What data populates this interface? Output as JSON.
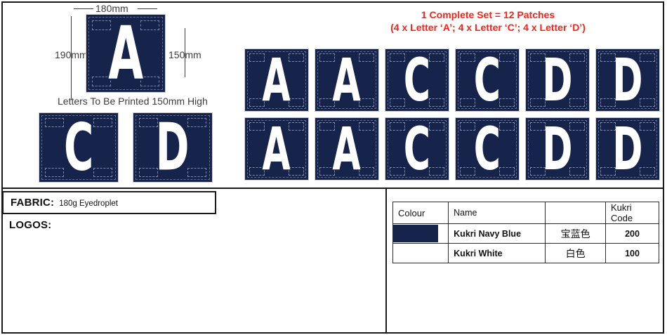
{
  "notes": {
    "red_line1": "1 Complete Set = 12 Patches",
    "red_line2": "(4 x Letter ‘A’;   4 x Letter ‘C’;   4 x Letter ‘D’)",
    "red_color": "#ff1f14",
    "printed_note": "Letters To Be Printed 150mm High"
  },
  "dimensions": {
    "width": "180mm",
    "height": "190mm",
    "letter_height": "150mm"
  },
  "fabric": {
    "label": "FABRIC:",
    "value": "180g Eyedroplet"
  },
  "logos": {
    "label": "LOGOS:"
  },
  "patch_colors": {
    "navy": "#16234b",
    "letter": "#ffffff"
  },
  "demo_patches": [
    {
      "letter": "A"
    },
    {
      "letter": "C"
    },
    {
      "letter": "D"
    }
  ],
  "patch_grid": {
    "rows": [
      {
        "cells": [
          {
            "letter": "A"
          },
          {
            "letter": "A"
          },
          {
            "letter": "C"
          },
          {
            "letter": "C"
          },
          {
            "letter": "D"
          },
          {
            "letter": "D"
          }
        ]
      },
      {
        "cells": [
          {
            "letter": "A"
          },
          {
            "letter": "A"
          },
          {
            "letter": "C"
          },
          {
            "letter": "C"
          },
          {
            "letter": "D"
          },
          {
            "letter": "D"
          }
        ]
      }
    ]
  },
  "colour_table": {
    "headers": [
      "Colour",
      "Name",
      "",
      "Kukri Code"
    ],
    "rows": [
      {
        "swatch": "#16234b",
        "name": "Kukri Navy Blue",
        "name_cn": "宝蓝色",
        "code": "200"
      },
      {
        "swatch": "#ffffff",
        "name": "Kukri White",
        "name_cn": "白色",
        "code": "100"
      }
    ]
  }
}
